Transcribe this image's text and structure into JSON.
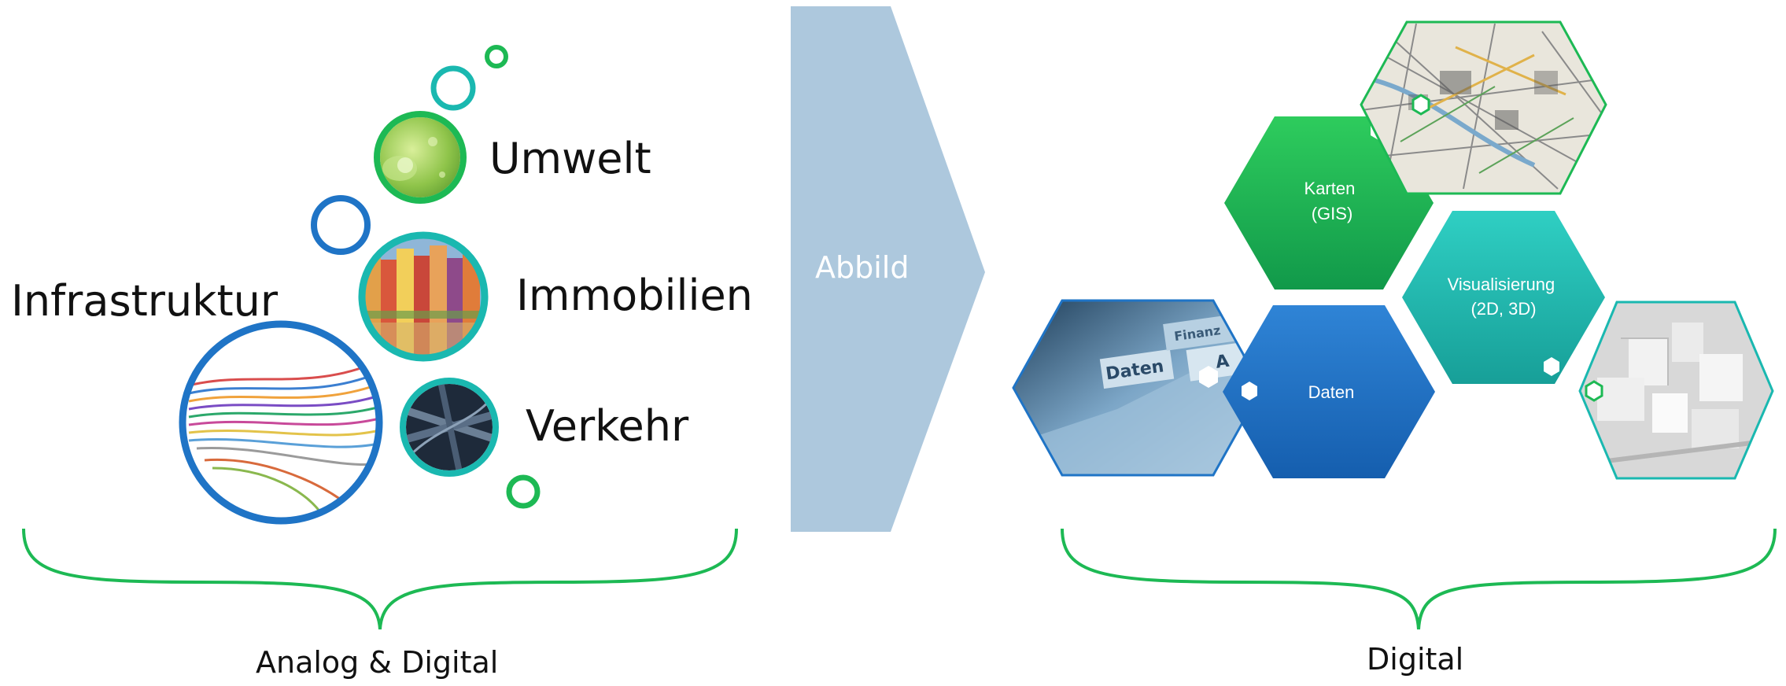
{
  "left": {
    "labels": {
      "umwelt": "Umwelt",
      "infrastruktur": "Infrastruktur",
      "immobilien": "Immobilien",
      "verkehr": "Verkehr"
    },
    "caption": "Analog & Digital"
  },
  "center": {
    "arrow_label": "Abbild"
  },
  "right": {
    "hexagons": {
      "karten": [
        "Karten",
        "(GIS)"
      ],
      "visualisierung": [
        "Visualisierung",
        "(2D, 3D)"
      ],
      "daten": "Daten"
    },
    "photo_text": {
      "tab1": "Daten",
      "tab2": "Finanz",
      "tab3": "A"
    },
    "caption": "Digital"
  },
  "colors": {
    "green": "#1db954",
    "teal": "#1ab8b0",
    "blue": "#1f74c6",
    "arrow": "#adc8dd"
  }
}
